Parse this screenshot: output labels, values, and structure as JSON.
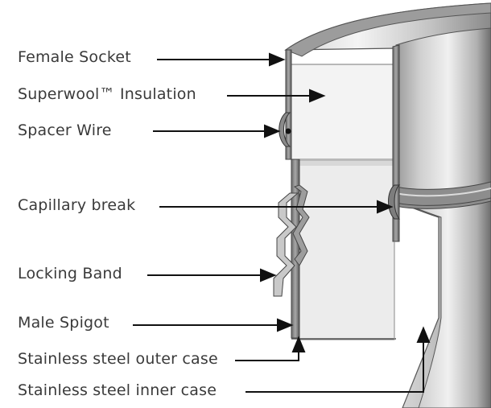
{
  "labels": {
    "female_socket": "Female Socket",
    "insulation": "Superwool™ Insulation",
    "spacer_wire": "Spacer Wire",
    "capillary_break": "Capillary break",
    "locking_band": "Locking Band",
    "male_spigot": "Male Spigot",
    "outer_case": "Stainless steel outer case",
    "inner_case": "Stainless steel inner case"
  },
  "colors": {
    "text": "#3a3a3a",
    "arrow": "#111111",
    "steel_light": "#e8e8e8",
    "steel_mid": "#b5b5b5",
    "steel_dark": "#555555",
    "insulation": "#f2f2f2"
  }
}
